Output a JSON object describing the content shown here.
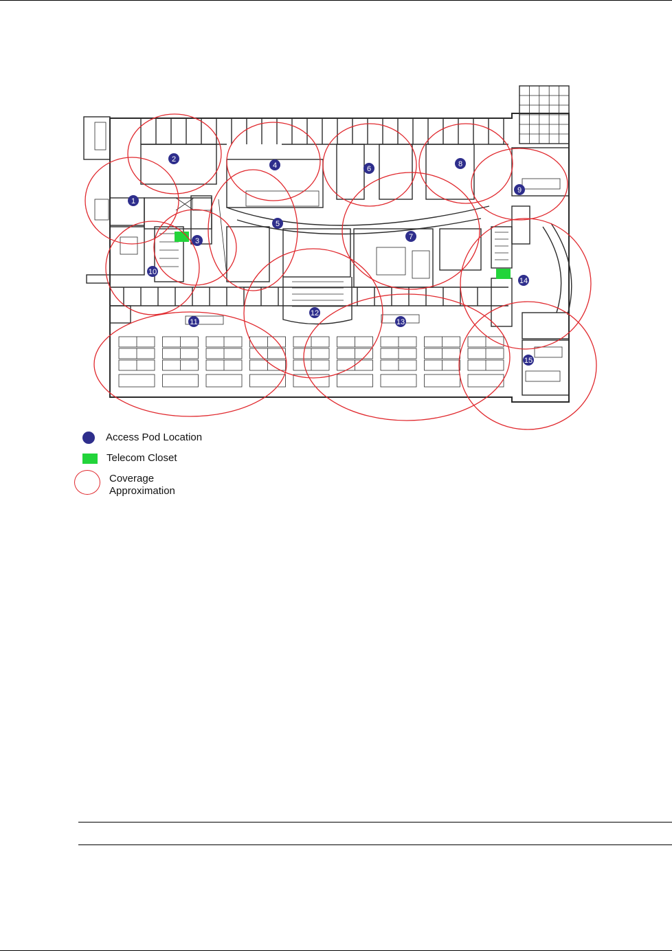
{
  "colors": {
    "pod": "#2e2e8c",
    "closet": "#22d43a",
    "coverage": "#e0282d",
    "walls": "#2a2a2a"
  },
  "pods": [
    "1",
    "2",
    "3",
    "4",
    "5",
    "6",
    "7",
    "8",
    "9",
    "10",
    "11",
    "12",
    "13",
    "14",
    "15"
  ],
  "legend": {
    "pod_label": "Access Pod Location",
    "closet_label": "Telecom Closet",
    "coverage_label_line1": "Coverage",
    "coverage_label_line2": "Approximation"
  }
}
